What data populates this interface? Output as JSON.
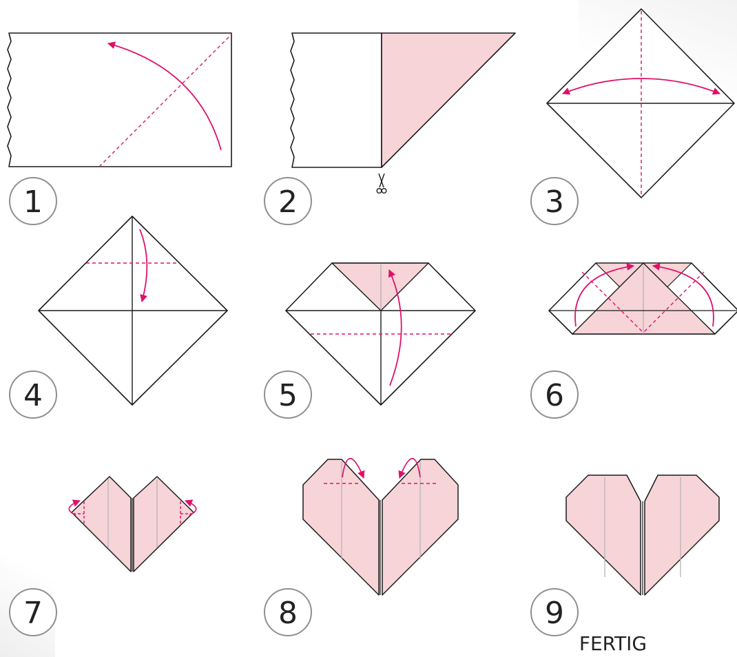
{
  "steps": [
    {
      "number": "1"
    },
    {
      "number": "2"
    },
    {
      "number": "3"
    },
    {
      "number": "4"
    },
    {
      "number": "5"
    },
    {
      "number": "6"
    },
    {
      "number": "7"
    },
    {
      "number": "8"
    },
    {
      "number": "9",
      "label": "FERTIG"
    }
  ],
  "icons": {
    "scissors": "scissors-icon"
  },
  "colors": {
    "fold_arrow": "#e0106a",
    "paper_pink": "#f7d4d8",
    "outline": "#1a1a1a",
    "crease": "#b5b5b5",
    "badge_border": "#8f8f8f"
  }
}
